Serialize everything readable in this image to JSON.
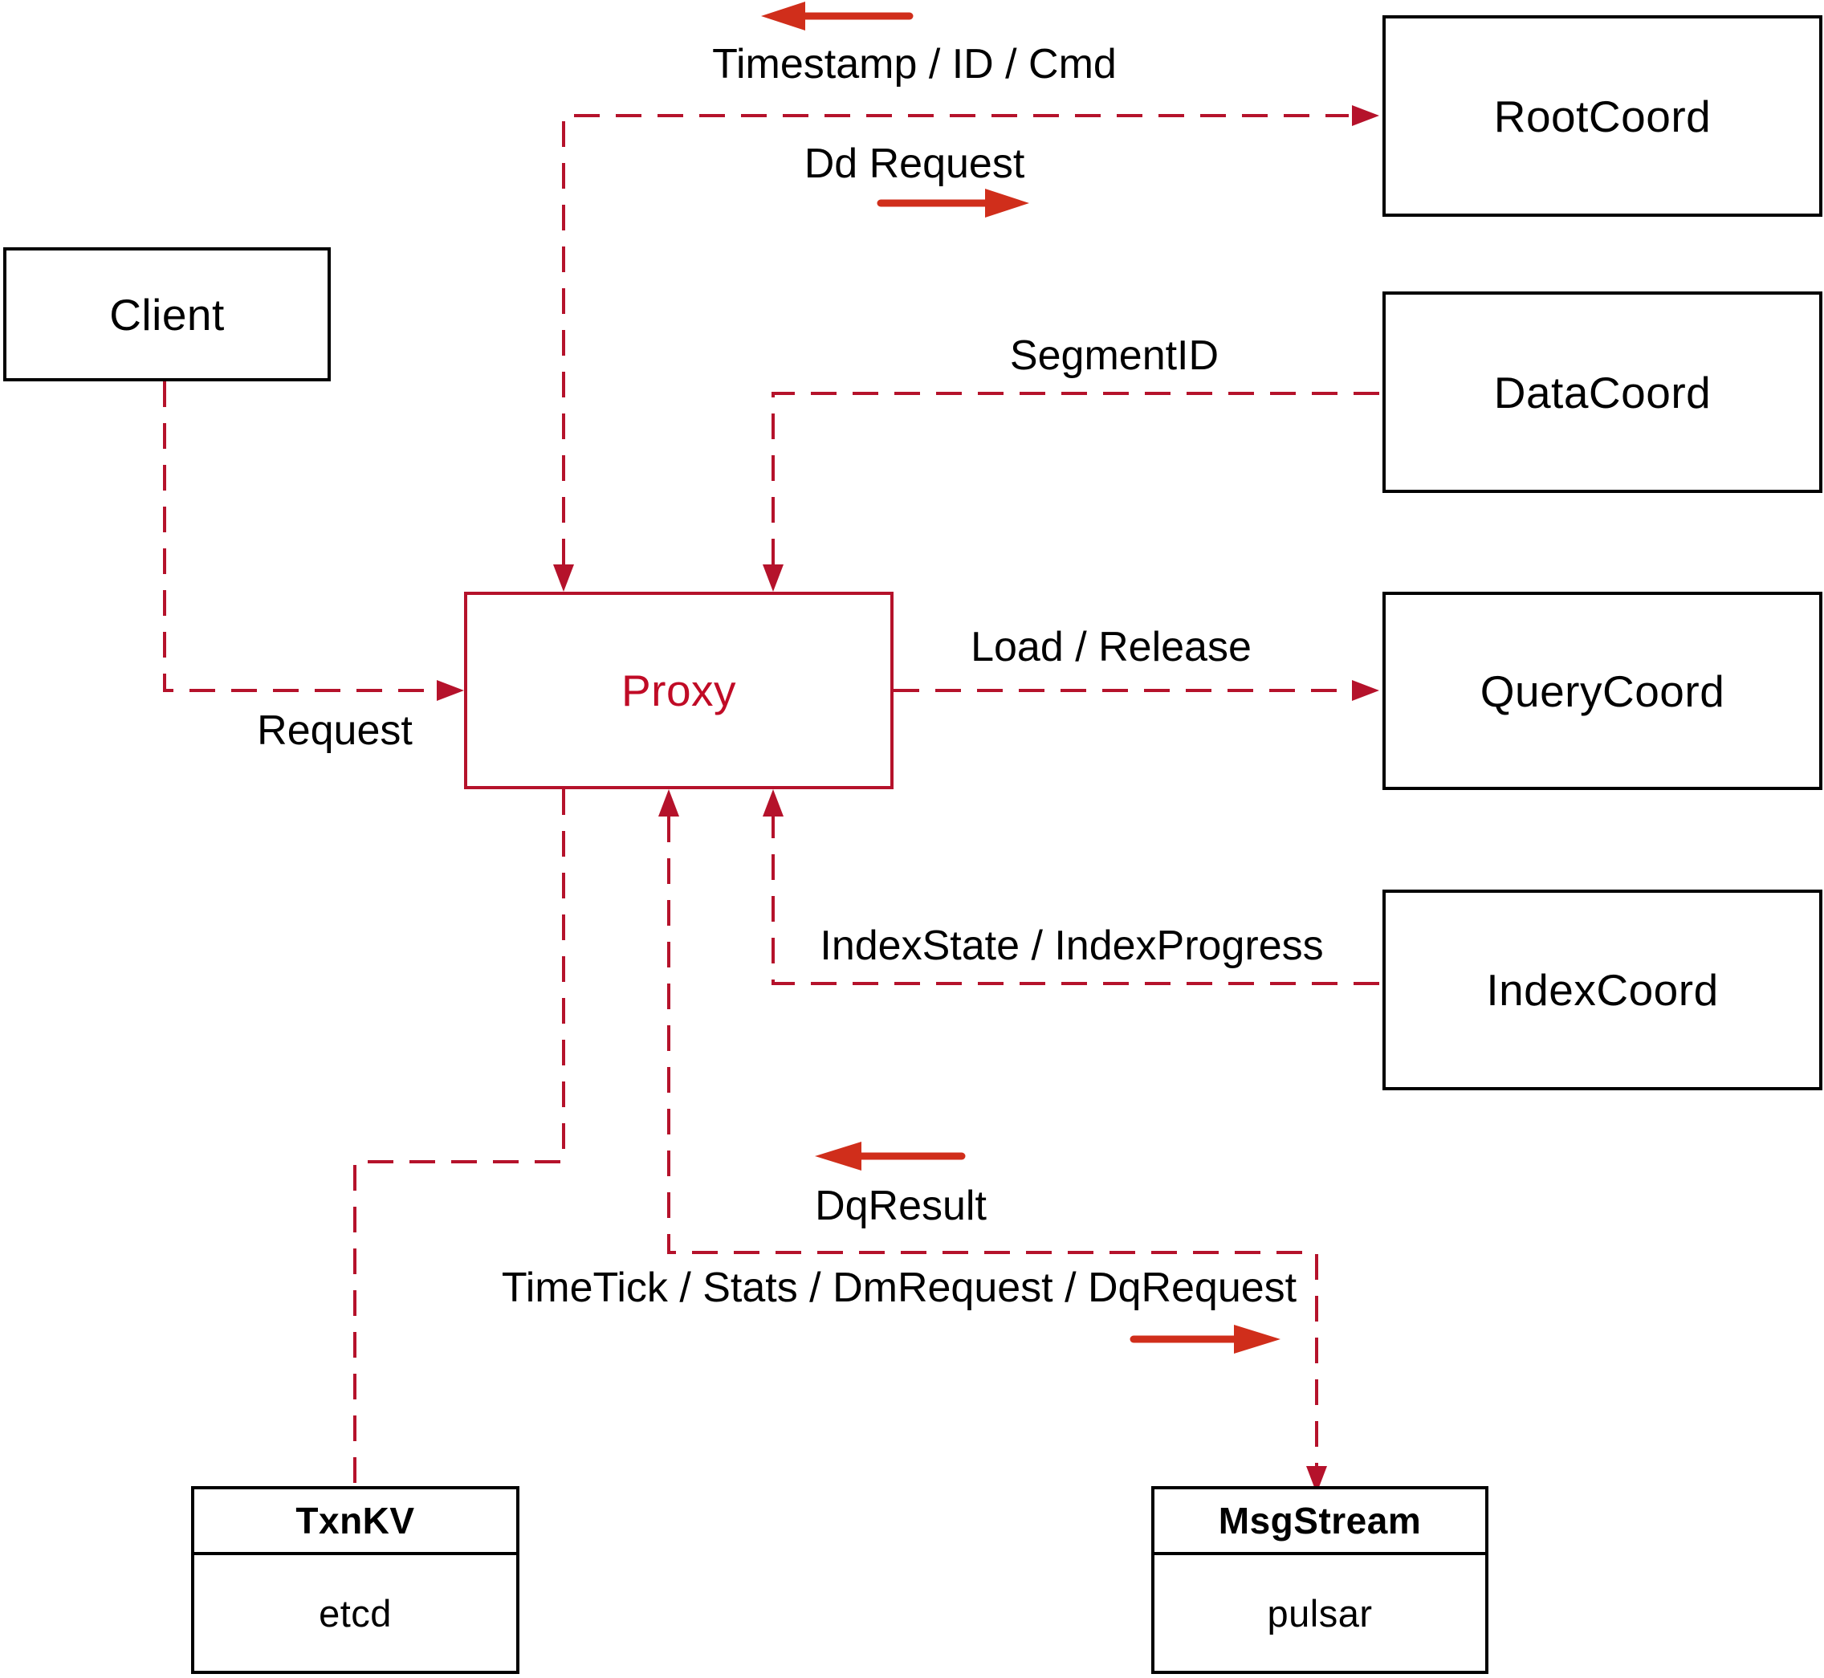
{
  "diagram": {
    "colors": {
      "dashed_line": "#b5122b",
      "solid_arrow": "#d02e1b",
      "proxy_accent": "#c00b26",
      "box_border": "#000000",
      "text": "#000000",
      "background": "#ffffff"
    },
    "nodes": {
      "client": {
        "label": "Client"
      },
      "proxy": {
        "label": "Proxy"
      },
      "rootcoord": {
        "label": "RootCoord"
      },
      "datacoord": {
        "label": "DataCoord"
      },
      "querycoord": {
        "label": "QueryCoord"
      },
      "indexcoord": {
        "label": "IndexCoord"
      },
      "txnkv": {
        "title": "TxnKV",
        "impl": "etcd"
      },
      "msgstream": {
        "title": "MsgStream",
        "impl": "pulsar"
      }
    },
    "edges": {
      "proxy_rootcoord": {
        "response_label": "Timestamp / ID / Cmd",
        "request_label": "Dd Request"
      },
      "datacoord_proxy": {
        "label": "SegmentID"
      },
      "proxy_querycoord": {
        "label": "Load / Release"
      },
      "indexcoord_proxy": {
        "label": "IndexState / IndexProgress"
      },
      "client_proxy": {
        "label": "Request"
      },
      "proxy_txnkv": {
        "label": ""
      },
      "proxy_msgstream": {
        "response_label": "DqResult",
        "request_label": "TimeTick / Stats / DmRequest / DqRequest"
      }
    }
  }
}
